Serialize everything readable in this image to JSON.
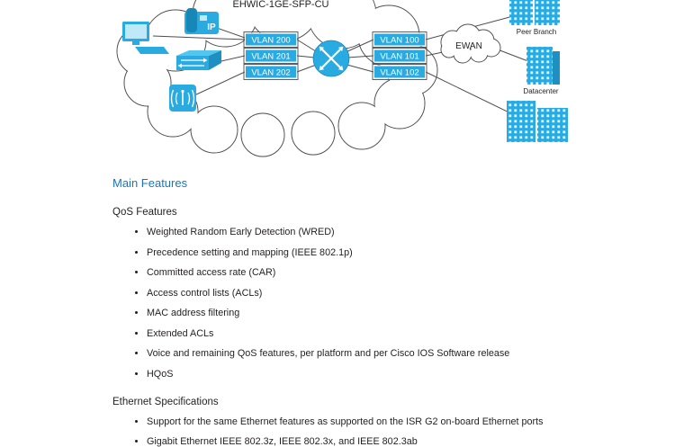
{
  "theme": {
    "heading_blue": "#1c75bc",
    "device_teal": "#29abe2",
    "line_gray": "#4d4d4f"
  },
  "diagram": {
    "title": "EHWIC-1GE-SFP-CU",
    "phone_label": "IP",
    "vlans_left": [
      "VLAN 200",
      "VLAN 201",
      "VLAN 202"
    ],
    "vlans_right": [
      "VLAN 100",
      "VLAN 101",
      "VLAN 102"
    ],
    "ewan_label": "EWAN",
    "site_labels": {
      "peer_branch": "Peer Branch",
      "datacenter": "Datacenter"
    }
  },
  "content": {
    "heading": "Main Features",
    "sections": [
      {
        "title": "QoS Features",
        "bullets": [
          "Weighted Random Early Detection (WRED)",
          "Precedence setting and mapping (IEEE 802.1p)",
          "Committed access rate (CAR)",
          "Access control lists (ACLs)",
          "MAC address filtering",
          "Extended ACLs",
          "Voice and remaining QoS features, per platform and per Cisco IOS Software release",
          "HQoS"
        ]
      },
      {
        "title": "Ethernet Specifications",
        "bullets": [
          "Support for the same Ethernet features as supported on the ISR G2 on-board Ethernet ports",
          "Gigabit Ethernet IEEE 802.3z, IEEE 802.3x, and IEEE 802.3ab"
        ]
      }
    ]
  }
}
